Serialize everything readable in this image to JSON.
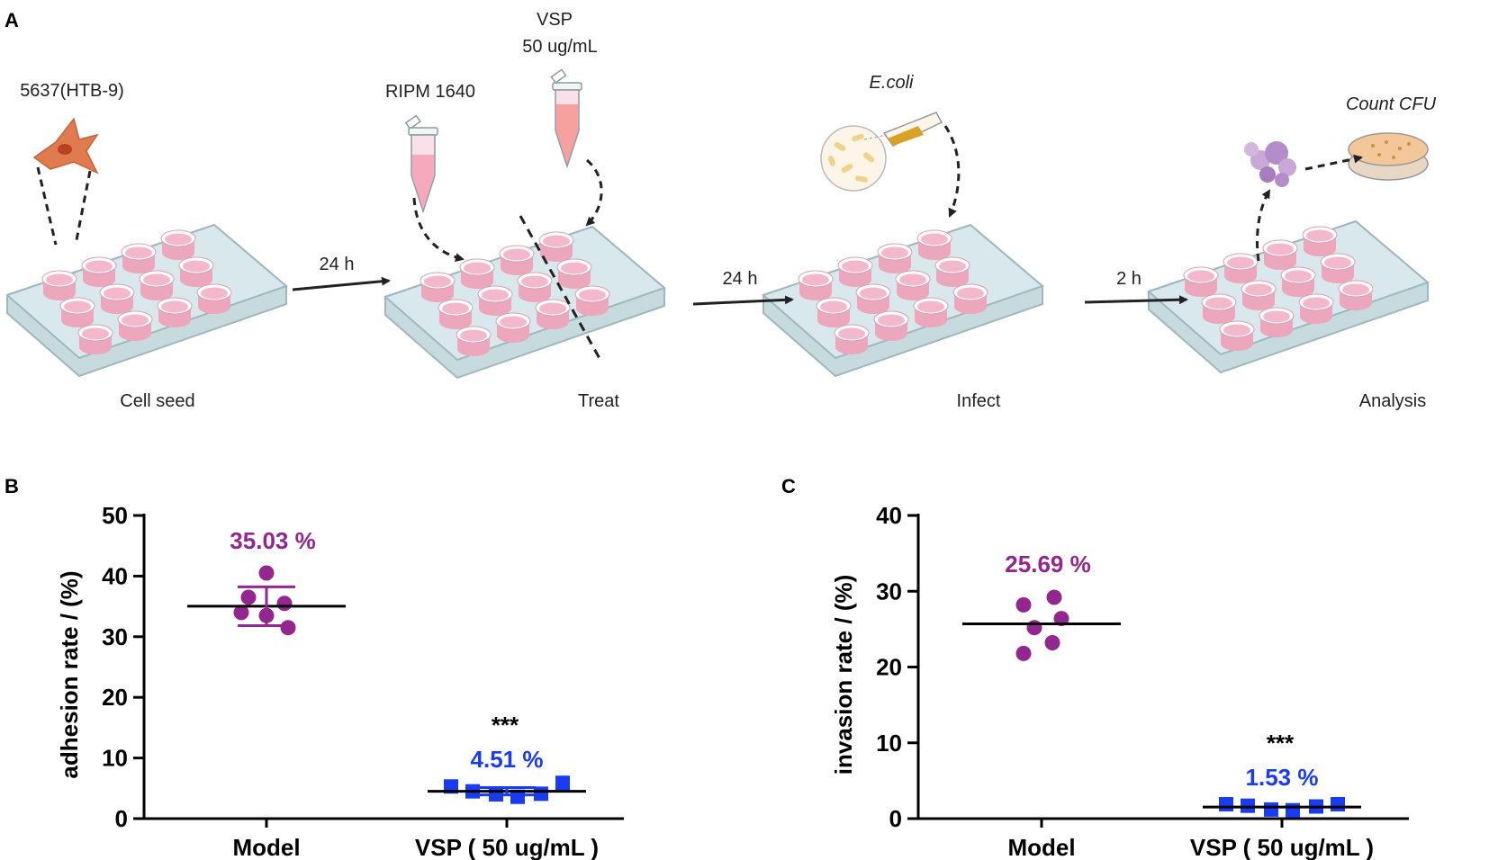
{
  "panel_labels": {
    "a": "A",
    "b": "B",
    "c": "C"
  },
  "workflow": {
    "stages": [
      "Cell seed",
      "Treat",
      "Infect",
      "Analysis"
    ],
    "durations": [
      "24 h",
      "24 h",
      "2 h"
    ],
    "cell_line": "5637(HTB-9)",
    "medium": "RIPM 1640",
    "drug_line1": "VSP",
    "drug_line2": "50 ug/mL",
    "bacteria": "E.coli",
    "readout": "Count CFU"
  },
  "colors": {
    "model": "#93278f",
    "vsp": "#1a3cf0",
    "plate": "#d9e8ec",
    "plate_edge": "#9fb8bf",
    "well": "#f4b8cc",
    "well_rim": "#ffffff",
    "cell": "#e07a4f",
    "tube": "#f6a9bd",
    "dish": "#f3c79a"
  },
  "chart_data": [
    {
      "type": "scatter",
      "title": "",
      "xlabel": "",
      "ylabel": "adhesion rate / (%)",
      "categories": [
        "Model",
        "VSP ( 50 ug/mL )"
      ],
      "ylim": [
        0,
        50
      ],
      "yticks": [
        0,
        10,
        20,
        30,
        40,
        50
      ],
      "series": [
        {
          "category": "Model",
          "marker": "circle",
          "values": [
            40.5,
            36.5,
            35.5,
            34.0,
            33.5,
            31.5
          ],
          "mean": 35.03,
          "sd": 3.2,
          "mean_label": "35.03 %"
        },
        {
          "category": "VSP ( 50 ug/mL )",
          "marker": "square",
          "values": [
            5.3,
            4.5,
            4.0,
            3.6,
            4.1,
            5.9
          ],
          "mean": 4.51,
          "sd": 0.6,
          "mean_label": "4.51 %",
          "significance": "***"
        }
      ],
      "grid": false
    },
    {
      "type": "scatter",
      "title": "",
      "xlabel": "",
      "ylabel": "invasion rate / (%)",
      "categories": [
        "Model",
        "VSP ( 50 ug/mL )"
      ],
      "ylim": [
        0,
        40
      ],
      "yticks": [
        0,
        10,
        20,
        30,
        40
      ],
      "series": [
        {
          "category": "Model",
          "marker": "circle",
          "values": [
            28.2,
            29.2,
            26.4,
            25.2,
            23.2,
            21.8
          ],
          "mean": 25.69,
          "mean_label": "25.69 %"
        },
        {
          "category": "VSP ( 50 ug/mL )",
          "marker": "square",
          "values": [
            1.9,
            1.7,
            1.2,
            1.1,
            1.6,
            1.9
          ],
          "mean": 1.53,
          "mean_label": "1.53 %",
          "significance": "***"
        }
      ],
      "grid": false
    }
  ]
}
